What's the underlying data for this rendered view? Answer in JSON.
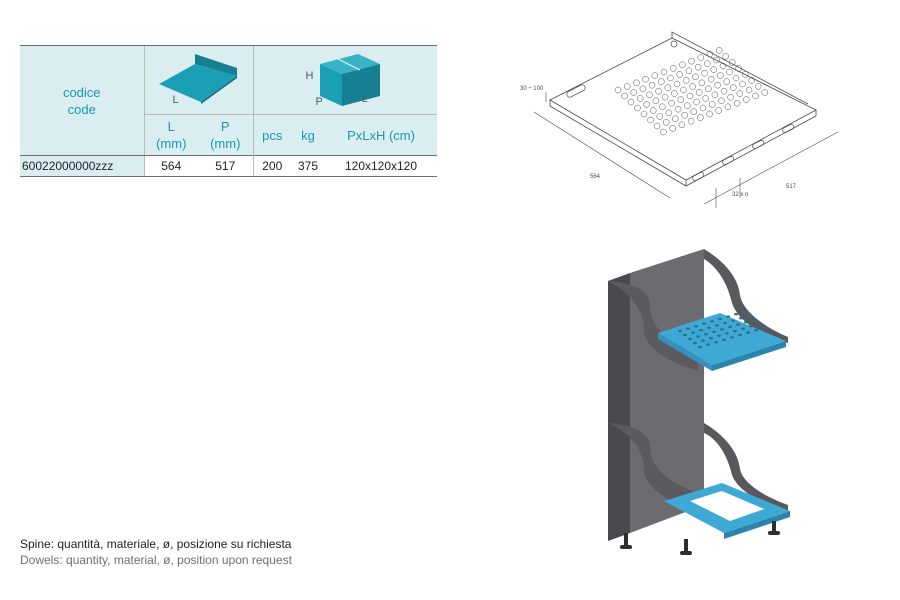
{
  "table": {
    "code_header_it": "codice",
    "code_header_en": "code",
    "icon_plate_label_L": "L",
    "icon_box_label_H": "H",
    "icon_box_label_P": "P",
    "icon_box_label_L": "L",
    "col_L": "L",
    "col_L_unit": "(mm)",
    "col_P": "P",
    "col_P_unit": "(mm)",
    "col_pcs": "pcs",
    "col_kg": "kg",
    "col_dims": "PxLxH (cm)",
    "row": {
      "code": "60022000000zzz",
      "L": "564",
      "P": "517",
      "pcs": "200",
      "kg": "375",
      "dims": "120x120x120"
    }
  },
  "drawing": {
    "dim_slot": "30 ÷ 100",
    "dim_length": "564",
    "dim_depth": "517",
    "dim_pitch": "32 x n"
  },
  "footnote": {
    "line_it": "Spine: quantità, materiale, ø, posizione su richiesta",
    "line_en": "Dowels: quantity, material, ø, position upon request"
  },
  "colors": {
    "header_bg": "#daeef2",
    "header_text": "#1a98ae",
    "accent_teal": "#1b9fb5",
    "plate_blue": "#3fa9d6",
    "frame_gray": "#5c5c60"
  }
}
